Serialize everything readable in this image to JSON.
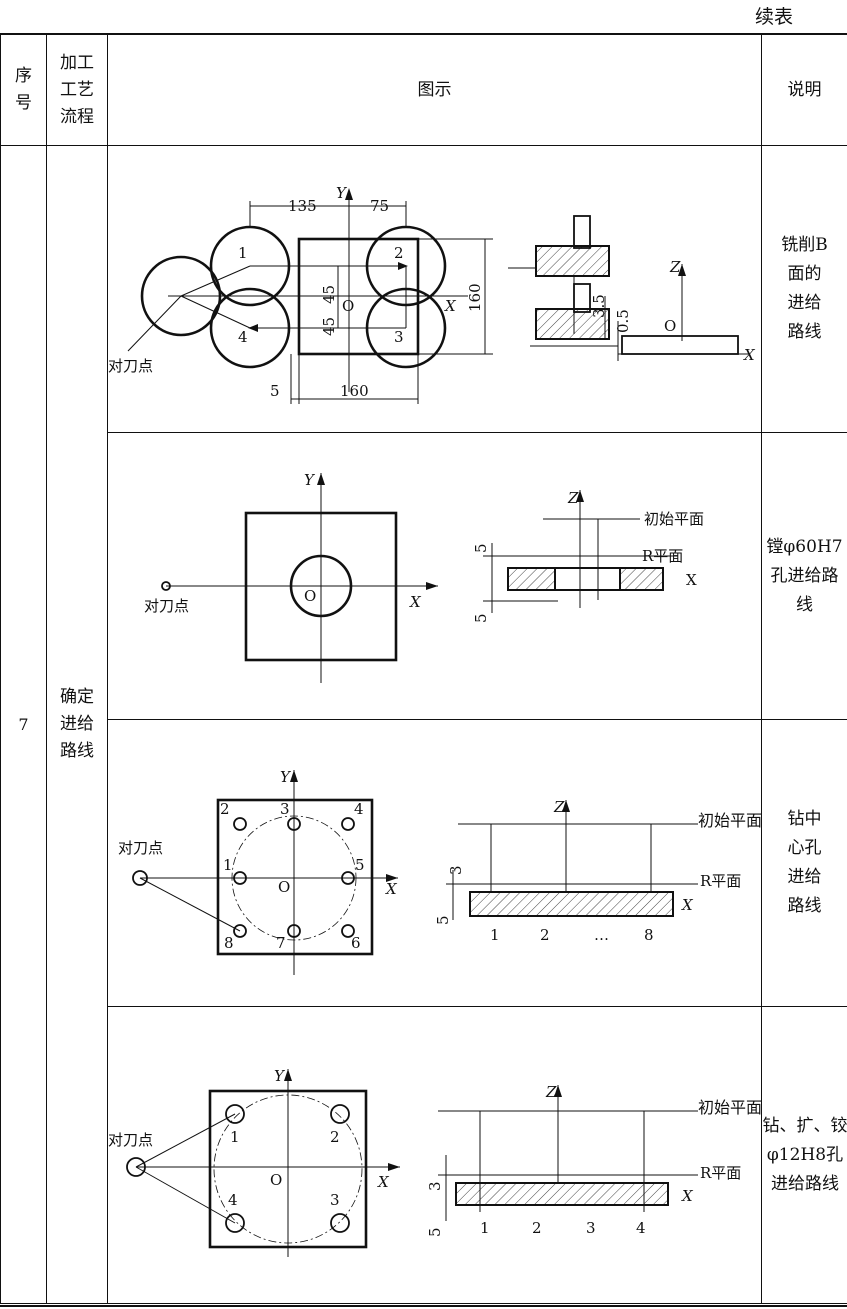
{
  "continued_label": "续表",
  "header": {
    "seq": "序号",
    "process": "加工工艺流程",
    "diagram": "图示",
    "note": "说明"
  },
  "row": {
    "seq": "7",
    "process": "确定进给路线"
  },
  "sections": [
    {
      "note": "铣削B面的进给路线",
      "labels": {
        "d135": "135",
        "d75": "75",
        "d160_h": "160",
        "d5": "5",
        "d45a": "45",
        "d45b": "45",
        "d160_v": "160",
        "p1": "1",
        "p2": "2",
        "p3": "3",
        "p4": "4",
        "origin": "O",
        "y": "Y",
        "x": "X",
        "set_point": "对刀点",
        "z": "Z",
        "d3_5": "3.5",
        "d0_5": "0.5",
        "origin2": "O",
        "x2": "X"
      }
    },
    {
      "note": "镗φ60H7孔进给路线",
      "labels": {
        "y": "Y",
        "x": "X",
        "origin": "O",
        "set_point": "对刀点",
        "z": "Z",
        "initial_plane": "初始平面",
        "r_plane": "R平面",
        "x2": "X",
        "d5a": "5",
        "d5b": "5"
      }
    },
    {
      "note": "钻中心孔进给路线",
      "labels": {
        "y": "Y",
        "x": "X",
        "origin": "O",
        "set_point": "对刀点",
        "h1": "1",
        "h2": "2",
        "h3": "3",
        "h4": "4",
        "h5": "5",
        "h6": "6",
        "h7": "7",
        "h8": "8",
        "z": "Z",
        "initial_plane": "初始平面",
        "r_plane": "R平面",
        "x2": "X",
        "d3": "3",
        "d5": "5",
        "s1": "1",
        "s2": "2",
        "s_dots": "…",
        "s8": "8"
      }
    },
    {
      "note": "钻、扩、铰φ12H8孔进给路线",
      "labels": {
        "y": "Y",
        "x": "X",
        "origin": "O",
        "set_point": "对刀点",
        "h1": "1",
        "h2": "2",
        "h3": "3",
        "h4": "4",
        "z": "Z",
        "initial_plane": "初始平面",
        "r_plane": "R平面",
        "x2": "X",
        "d3": "3",
        "d5": "5",
        "s1": "1",
        "s2": "2",
        "s3": "3",
        "s4": "4"
      }
    }
  ]
}
